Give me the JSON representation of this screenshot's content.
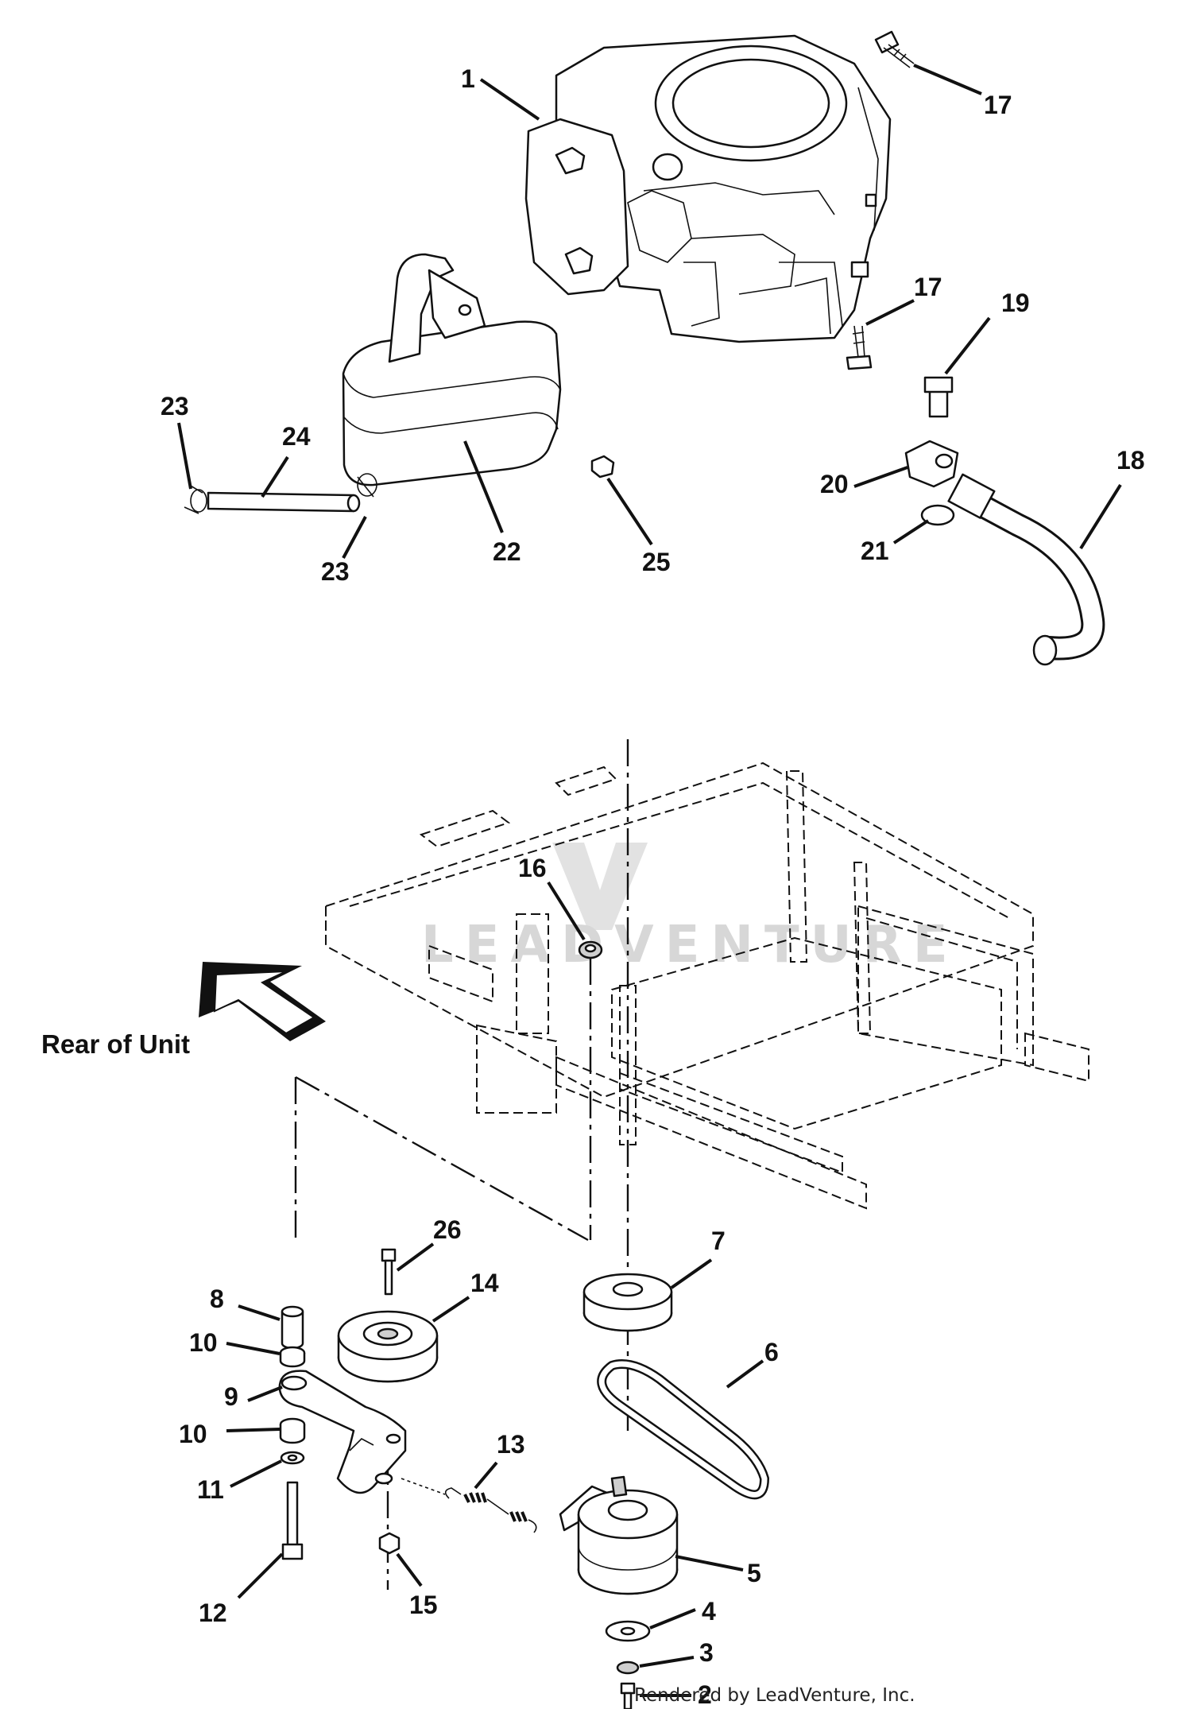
{
  "heading": "Rear of Unit",
  "credit": "Rendered by LeadVenture, Inc.",
  "watermark": "LEADVENTURE",
  "callouts": {
    "c1": "1",
    "c17a": "17",
    "c17b": "17",
    "c19": "19",
    "c18": "18",
    "c20": "20",
    "c21": "21",
    "c23a": "23",
    "c24": "24",
    "c23b": "23",
    "c22": "22",
    "c25": "25",
    "c16": "16",
    "c26": "26",
    "c7": "7",
    "c14": "14",
    "c8": "8",
    "c10a": "10",
    "c9": "9",
    "c6": "6",
    "c10b": "10",
    "c11": "11",
    "c13": "13",
    "c5": "5",
    "c12": "12",
    "c15": "15",
    "c4": "4",
    "c3": "3",
    "c2": "2"
  },
  "colors": {
    "ink": "#111111",
    "fill": "#ffffff",
    "shade": "#cfcfcf",
    "watermark": "#d7d7d7"
  },
  "icons": [
    "arrow-icon",
    "engine-icon",
    "muffler-icon",
    "pulley-icon",
    "clutch-icon"
  ]
}
